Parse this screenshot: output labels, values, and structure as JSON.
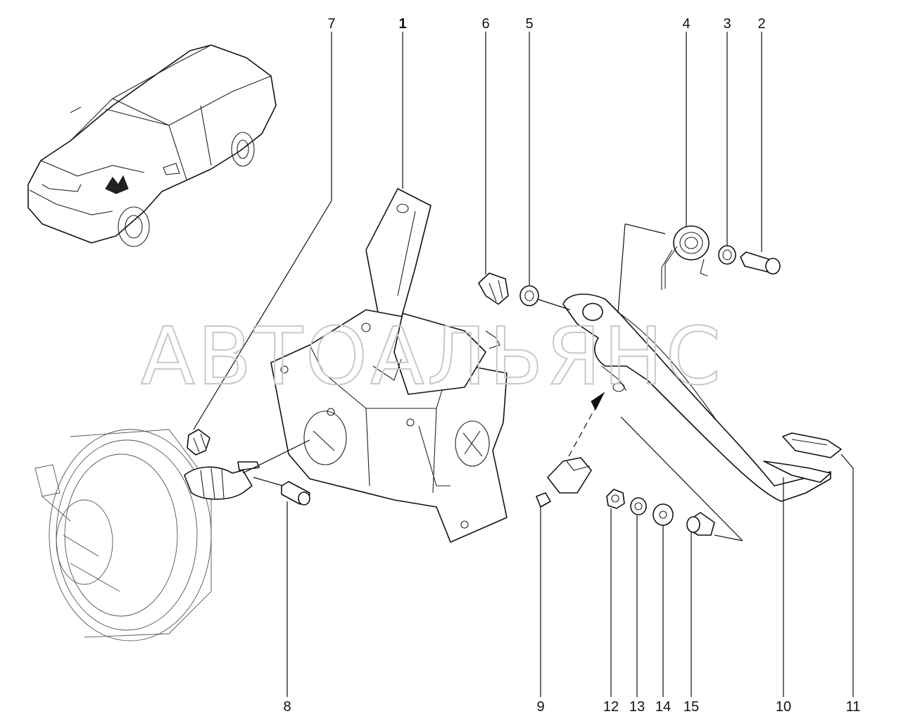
{
  "watermark": "АВТОАЛЬЯНС",
  "callouts": {
    "c1": "1",
    "c2": "2",
    "c3": "3",
    "c4": "4",
    "c5": "5",
    "c6": "6",
    "c7": "7",
    "c8": "8",
    "c9": "9",
    "c10": "10",
    "c11": "11",
    "c12": "12",
    "c13": "13",
    "c14": "14",
    "c15": "15"
  }
}
